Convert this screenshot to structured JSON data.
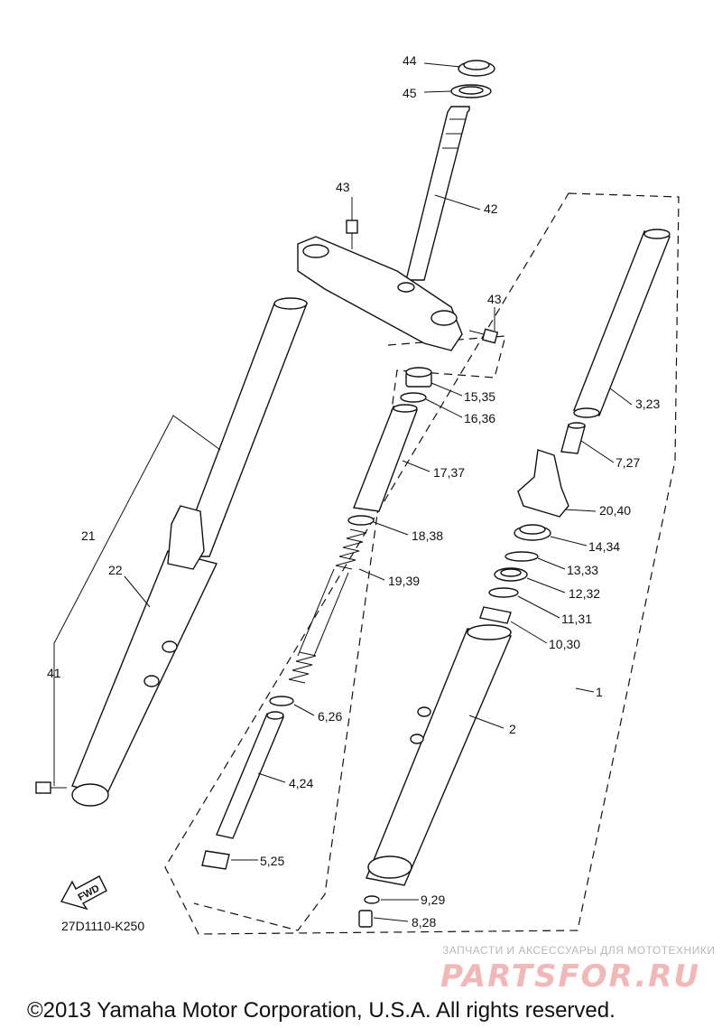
{
  "callouts": [
    {
      "id": "44",
      "text": "44"
    },
    {
      "id": "45",
      "text": "45"
    },
    {
      "id": "43a",
      "text": "43"
    },
    {
      "id": "42",
      "text": "42"
    },
    {
      "id": "43b",
      "text": "43"
    },
    {
      "id": "15_35",
      "text": "15,35"
    },
    {
      "id": "16_36",
      "text": "16,36"
    },
    {
      "id": "3_23",
      "text": "3,23"
    },
    {
      "id": "17_37",
      "text": "17,37"
    },
    {
      "id": "7_27",
      "text": "7,27"
    },
    {
      "id": "20_40",
      "text": "20,40"
    },
    {
      "id": "18_38",
      "text": "18,38"
    },
    {
      "id": "14_34",
      "text": "14,34"
    },
    {
      "id": "13_33",
      "text": "13,33"
    },
    {
      "id": "19_39",
      "text": "19,39"
    },
    {
      "id": "12_32",
      "text": "12,32"
    },
    {
      "id": "21",
      "text": "21"
    },
    {
      "id": "22",
      "text": "22"
    },
    {
      "id": "11_31",
      "text": "11,31"
    },
    {
      "id": "10_30",
      "text": "10,30"
    },
    {
      "id": "41",
      "text": "41"
    },
    {
      "id": "1",
      "text": "1"
    },
    {
      "id": "6_26",
      "text": "6,26"
    },
    {
      "id": "2",
      "text": "2"
    },
    {
      "id": "4_24",
      "text": "4,24"
    },
    {
      "id": "5_25",
      "text": "5,25"
    },
    {
      "id": "9_29",
      "text": "9,29"
    },
    {
      "id": "8_28",
      "text": "8,28"
    }
  ],
  "fwd_label": "FWD",
  "diagram_code": "27D1110-K250",
  "watermark": {
    "subtitle": "ЗАПЧАСТИ И АКСЕССУАРЫ ДЛЯ МОТОТЕХНИКИ",
    "brand": "PARTSFOR.RU"
  },
  "copyright": "©2013 Yamaha Motor Corporation, U.S.A. All rights reserved."
}
